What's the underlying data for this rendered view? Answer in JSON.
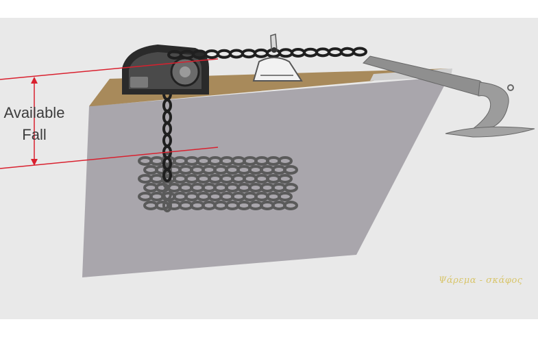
{
  "diagram": {
    "label_line1": "Available",
    "label_line2": "Fall",
    "watermark": "Ψάρεμα - σκάφος"
  },
  "colors": {
    "background": "#e9e9e9",
    "hull": "#a9a6ac",
    "deck": "#a88a5b",
    "chain": "#1f1f1f",
    "pile": "#5a5a5a",
    "measure_line": "#d9202e",
    "anchor": "#8f8f8f",
    "label_text": "#3c3c3c",
    "watermark": "#d8c56a"
  },
  "icons": [
    "windlass-icon",
    "chain-stopper-icon",
    "anchor-icon"
  ]
}
